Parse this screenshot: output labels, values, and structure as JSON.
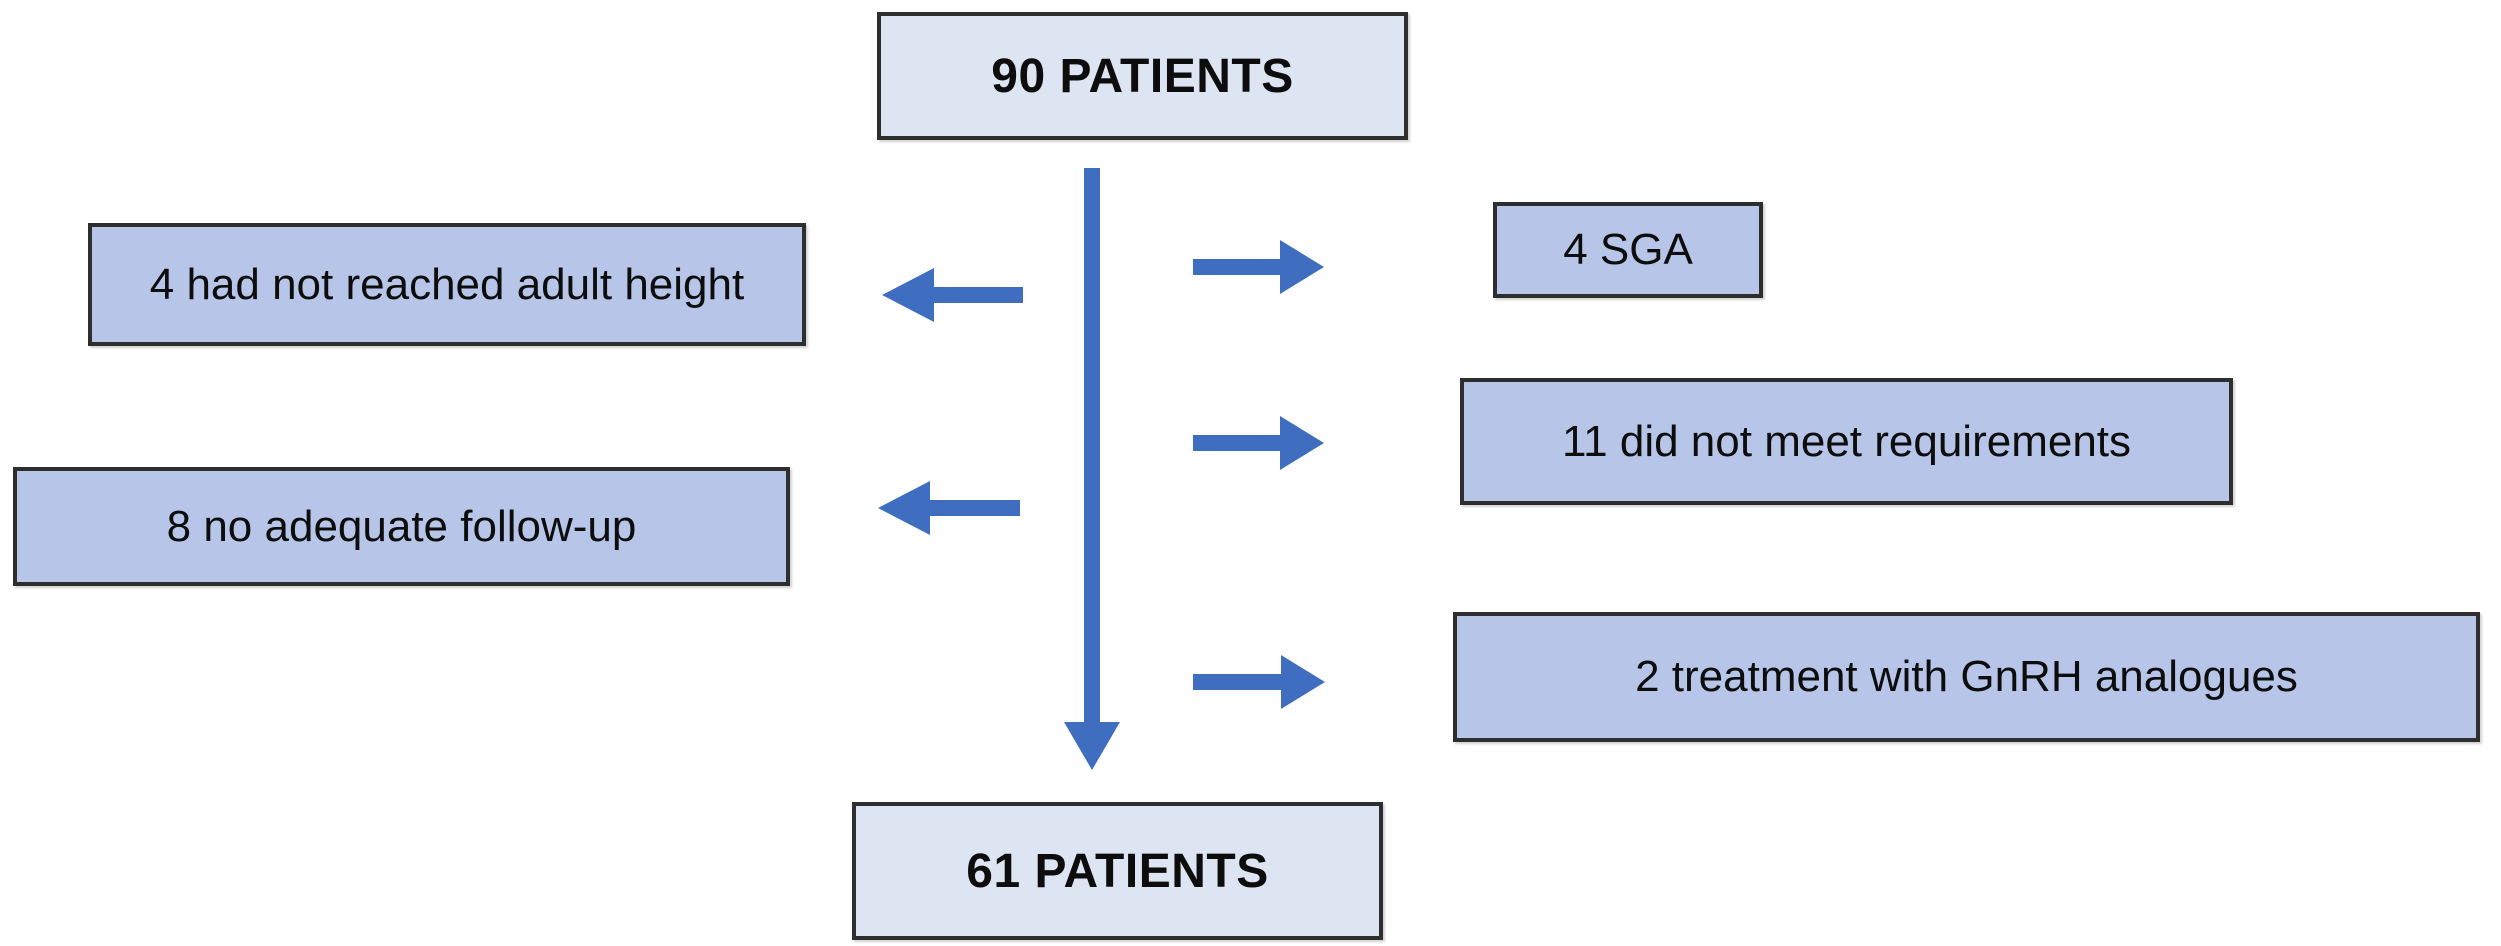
{
  "colors": {
    "main_box_fill": "#dce5f1",
    "side_box_fill": "#b6c5e8",
    "box_border": "#2e2e2e",
    "arrow": "#3f6dbf",
    "text": "#0d0d0d",
    "background": "#ffffff"
  },
  "flowchart": {
    "start_box": {
      "label": "90 PATIENTS"
    },
    "end_box": {
      "label": "61 PATIENTS"
    },
    "left_exclusions": [
      {
        "label": "4 had not reached adult height"
      },
      {
        "label": "8 no adequate follow-up"
      }
    ],
    "right_exclusions": [
      {
        "label": "4 SGA"
      },
      {
        "label": "11 did not meet requirements"
      },
      {
        "label": "2 treatment with GnRH analogues"
      }
    ]
  }
}
